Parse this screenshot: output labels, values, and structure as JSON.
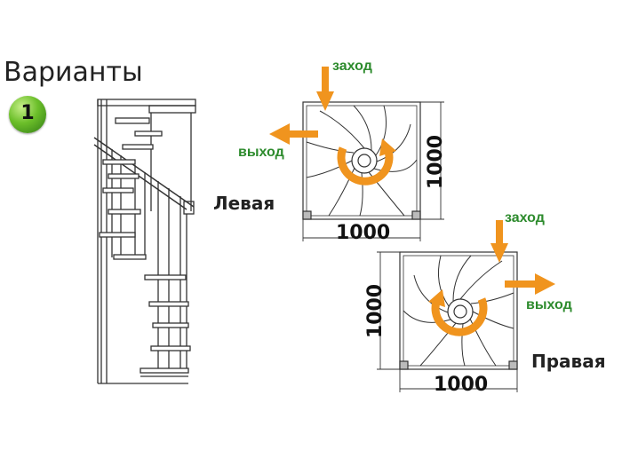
{
  "title": "Варианты",
  "badge_number": "1",
  "left_plan": {
    "side_label": "Левая",
    "entry_label": "заход",
    "exit_label": "выход",
    "width_label": "1000",
    "depth_label": "1000"
  },
  "right_plan": {
    "side_label": "Правая",
    "entry_label": "заход",
    "exit_label": "выход",
    "width_label": "1000",
    "depth_label": "1000"
  },
  "colors": {
    "arrow": "#f0941e",
    "label_green": "#2d8b2d",
    "badge": "#5fb52a",
    "lines": "#333333"
  }
}
